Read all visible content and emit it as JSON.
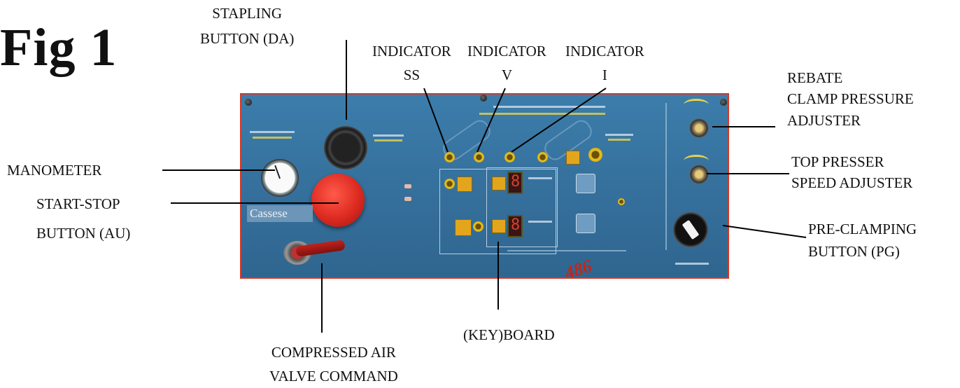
{
  "figure": {
    "title": "Fig 1"
  },
  "labels": {
    "stapling_button": [
      "STAPLING",
      "BUTTON (DA)"
    ],
    "indicator_ss": [
      "INDICATOR",
      "SS"
    ],
    "indicator_v": [
      "INDICATOR",
      "V"
    ],
    "indicator_i": [
      "INDICATOR",
      "I"
    ],
    "rebate_clamp": [
      "REBATE",
      "CLAMP PRESSURE",
      "ADJUSTER"
    ],
    "manometer": "MANOMETER",
    "top_presser": [
      "TOP PRESSER",
      "SPEED ADJUSTER"
    ],
    "start_stop": [
      "START-STOP",
      "BUTTON (AU)"
    ],
    "pre_clamping": [
      "PRE-CLAMPING",
      "BUTTON (PG)"
    ],
    "keyboard": "(KEY)BOARD",
    "compressed_air": [
      "COMPRESSED AIR",
      "VALVE COMMAND"
    ]
  },
  "panel": {
    "logo_text": "Cassese",
    "model_text": "486",
    "colors": {
      "panel_blue": "#3a78a6",
      "border_red": "#d33a2a",
      "stop_red": "#dd2a20",
      "led_yellow": "#e8c21e"
    }
  }
}
